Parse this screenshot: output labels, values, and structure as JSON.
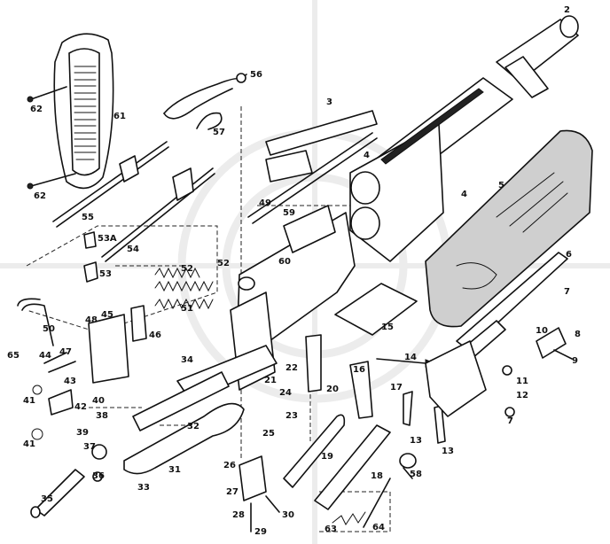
{
  "figure": {
    "watermark_visible": true,
    "parts": [
      {
        "key": "p2",
        "text": "2"
      },
      {
        "key": "p3",
        "text": "3"
      },
      {
        "key": "p4a",
        "text": "4"
      },
      {
        "key": "p4b",
        "text": "4"
      },
      {
        "key": "p5",
        "text": "5"
      },
      {
        "key": "p6",
        "text": "6"
      },
      {
        "key": "p7a",
        "text": "7"
      },
      {
        "key": "p7b",
        "text": "7"
      },
      {
        "key": "p8",
        "text": "8"
      },
      {
        "key": "p9",
        "text": "9"
      },
      {
        "key": "p10",
        "text": "10"
      },
      {
        "key": "p11",
        "text": "11"
      },
      {
        "key": "p12",
        "text": "12"
      },
      {
        "key": "p13a",
        "text": "13"
      },
      {
        "key": "p13b",
        "text": "13"
      },
      {
        "key": "p14",
        "text": "14"
      },
      {
        "key": "p15",
        "text": "15"
      },
      {
        "key": "p16",
        "text": "16"
      },
      {
        "key": "p17",
        "text": "17"
      },
      {
        "key": "p18",
        "text": "18"
      },
      {
        "key": "p19",
        "text": "19"
      },
      {
        "key": "p20",
        "text": "20"
      },
      {
        "key": "p21",
        "text": "21"
      },
      {
        "key": "p22",
        "text": "22"
      },
      {
        "key": "p23",
        "text": "23"
      },
      {
        "key": "p24",
        "text": "24"
      },
      {
        "key": "p25",
        "text": "25"
      },
      {
        "key": "p26",
        "text": "26"
      },
      {
        "key": "p27",
        "text": "27"
      },
      {
        "key": "p28",
        "text": "28"
      },
      {
        "key": "p29",
        "text": "29"
      },
      {
        "key": "p30",
        "text": "30"
      },
      {
        "key": "p31",
        "text": "31"
      },
      {
        "key": "p32",
        "text": "32"
      },
      {
        "key": "p33",
        "text": "33"
      },
      {
        "key": "p34",
        "text": "34"
      },
      {
        "key": "p35",
        "text": "35"
      },
      {
        "key": "p36",
        "text": "36"
      },
      {
        "key": "p37",
        "text": "37"
      },
      {
        "key": "p38",
        "text": "38"
      },
      {
        "key": "p39",
        "text": "39"
      },
      {
        "key": "p40",
        "text": "40"
      },
      {
        "key": "p41a",
        "text": "41"
      },
      {
        "key": "p41b",
        "text": "41"
      },
      {
        "key": "p42",
        "text": "42"
      },
      {
        "key": "p43",
        "text": "43"
      },
      {
        "key": "p44",
        "text": "44"
      },
      {
        "key": "p45",
        "text": "45"
      },
      {
        "key": "p46",
        "text": "46"
      },
      {
        "key": "p47",
        "text": "47"
      },
      {
        "key": "p48",
        "text": "48"
      },
      {
        "key": "p49",
        "text": "49"
      },
      {
        "key": "p50",
        "text": "50"
      },
      {
        "key": "p51",
        "text": "51"
      },
      {
        "key": "p52a",
        "text": "52"
      },
      {
        "key": "p52b",
        "text": "52"
      },
      {
        "key": "p53",
        "text": "53"
      },
      {
        "key": "p53A",
        "text": "53A"
      },
      {
        "key": "p54",
        "text": "54"
      },
      {
        "key": "p55",
        "text": "55"
      },
      {
        "key": "p56",
        "text": "56"
      },
      {
        "key": "p57",
        "text": "57"
      },
      {
        "key": "p58",
        "text": "58"
      },
      {
        "key": "p59",
        "text": "59"
      },
      {
        "key": "p60",
        "text": "60"
      },
      {
        "key": "p61",
        "text": "61"
      },
      {
        "key": "p62a",
        "text": "62"
      },
      {
        "key": "p62b",
        "text": "62"
      },
      {
        "key": "p63",
        "text": "63"
      },
      {
        "key": "p64",
        "text": "64"
      },
      {
        "key": "p65",
        "text": "65"
      }
    ]
  }
}
